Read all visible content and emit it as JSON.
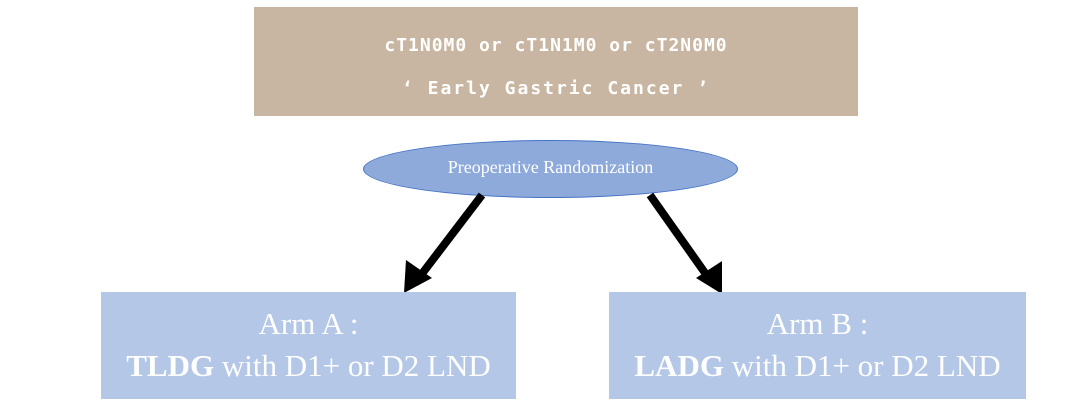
{
  "top_box": {
    "line1": "cT1N0M0 or cT1N1M0 or cT2N0M0",
    "line2": "‘ Early Gastric Cancer ’",
    "color": "#c8b6a2"
  },
  "randomization": {
    "label": "Preoperative Randomization",
    "fill": "#8eaadb",
    "stroke": "#4472c4"
  },
  "arms": [
    {
      "title": "Arm A :",
      "procedure": "TLDG",
      "detail": " with D1+ or D2 LND"
    },
    {
      "title": "Arm B :",
      "procedure": "LADG",
      "detail": " with D1+ or D2 LND"
    }
  ],
  "arm_color": "#b4c7e7",
  "arrow_color": "#000000"
}
